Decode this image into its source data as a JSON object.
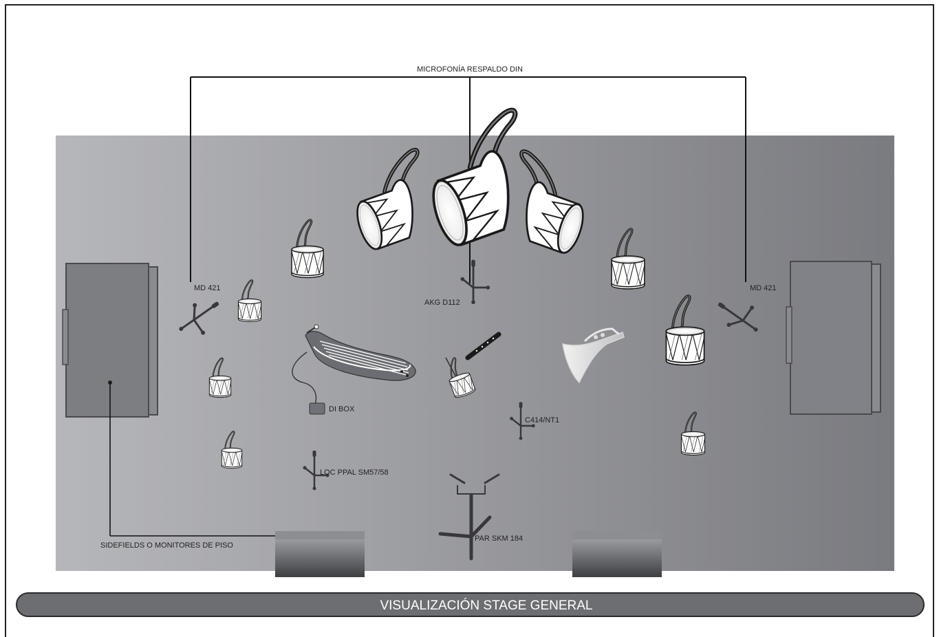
{
  "header_label": "MICROFONÍA RESPALDO DIN",
  "footer_title": "VISUALIZACIÓN STAGE GENERAL",
  "labels": {
    "md421_left": "MD 421",
    "md421_right": "MD 421",
    "akg": "AKG D112",
    "di_box": "DI BOX",
    "c414": "C414/NT1",
    "loc_ppal": "LOC PPAL SM57/58",
    "par_skm": "PAR SKM 184",
    "sidefields": "SIDEFIELDS O MONITORES DE PISO"
  },
  "colors": {
    "stage_left": "#b4b5b9",
    "stage_right": "#7a7b80",
    "speaker_fill": "#7d7e82",
    "speaker_stroke": "#4a4a4e",
    "banner": "#6d6e72",
    "mic": "#38383c"
  }
}
